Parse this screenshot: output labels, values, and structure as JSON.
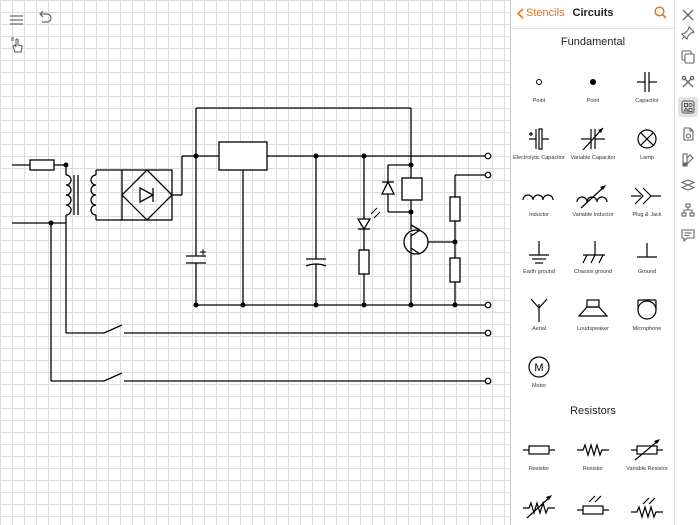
{
  "toolbar": {
    "menu_icon": "menu-icon",
    "undo_icon": "undo-icon",
    "touch_icon": "touch-select-icon"
  },
  "panel": {
    "back_label": "Stencils",
    "title": "Circuits",
    "accent_color": "#e8731a",
    "sections": [
      {
        "title": "Fundamental",
        "items": [
          "Point",
          "Point",
          "Capacitor",
          "Electrolytic Capacitor",
          "Variable Capacitor",
          "Lamp",
          "Inductor",
          "Variable Inductor",
          "Plug & Jack",
          "Earth ground",
          "Chassis ground",
          "Ground",
          "Aerial",
          "Loudspeaker",
          "Microphone",
          "Motor"
        ]
      },
      {
        "title": "Resistors",
        "items": [
          "Resistor",
          "Resistor",
          "Variable Resistor"
        ]
      }
    ]
  },
  "rail": [
    "close-icon",
    "pin-icon",
    "duplicate-icon",
    "tools-icon",
    "stencils-icon",
    "page-icon",
    "style-icon",
    "layers-icon",
    "hierarchy-icon",
    "comment-icon"
  ]
}
